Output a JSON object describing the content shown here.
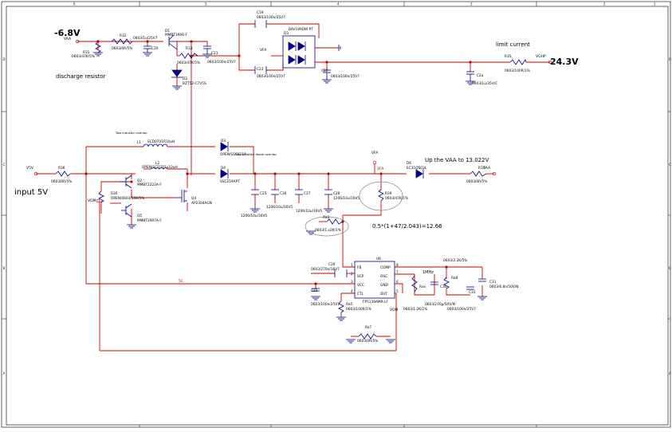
{
  "colors": {
    "wire": "#cc0000",
    "frame": "#222222",
    "part": "#000080",
    "text": "#000000",
    "note_ellipse": "#888888",
    "pin_dot": "#cc0000"
  },
  "border": {
    "columns_top": [
      "6",
      "5",
      "4",
      "3",
      "2",
      "1"
    ],
    "rows_left": [
      "D",
      "C",
      "B",
      "A"
    ]
  },
  "annotations": {
    "neg_voltage": "-6.8V",
    "discharge": "discharge resistor",
    "limit_current": "limit current",
    "out_voltage": "24.3V",
    "input": "input 5V",
    "vaa_up": "Up the VAA to 13.022V",
    "formula": "0.5*(1+47/2.043)=12.66",
    "two_inductor": "Two inductor overlap",
    "two_schottky": "Two schottky diode overlap",
    "freq": "1MHz"
  },
  "nets": {
    "vaa_top": "VAA",
    "vfa_mid": "VFA",
    "vghp": "VGHP",
    "v5v": "V5V",
    "vfa_node": "VFA",
    "vfa_red": "VFA",
    "vaa_right": "VAA",
    "vdm": "VDM",
    "vdm2": "VDM",
    "net_5c": "5C"
  },
  "components": {
    "c19": {
      "ref": "C19",
      "val": "0603/100n/25V7"
    },
    "d1": {
      "ref": "D1",
      "val": "MMBT3906-F"
    },
    "d3_top": {
      "ref": "D3",
      "val": "BAV199DW PT"
    },
    "r32": {
      "ref": "R32",
      "val": "0603/0R/5%"
    },
    "c20": {
      "ref": "C20",
      "val": "0603/1u/25V7"
    },
    "r31": {
      "ref": "R31",
      "val": "0603/47K/5%"
    },
    "r33": {
      "ref": "R33",
      "val": "0603/47K/5%"
    },
    "c21": {
      "ref": "C21",
      "val": "0603/100n/25V7"
    },
    "d2": {
      "ref": "D2",
      "val": "BZT52-C7V5S"
    },
    "c23": {
      "ref": "C23",
      "val": "0603/100n/25V7"
    },
    "c22": {
      "ref": "C22",
      "val": "0603/100n/25V7"
    },
    "c2a": {
      "ref": "C2a",
      "val": "0603/1u/35V/C"
    },
    "r35": {
      "ref": "R35",
      "val": "0603/100R/1%"
    },
    "l1": {
      "ref": "L1",
      "val": "SCD0701R10uH"
    },
    "l2": {
      "ref": "L2",
      "val": "OPEN/SCD701u10uH"
    },
    "d4": {
      "ref": "D3",
      "val": "OPEN/SSC0219"
    },
    "d5": {
      "ref": "D4",
      "val": "SSC219APT"
    },
    "r36": {
      "ref": "R36",
      "val": "0603/0R/5%"
    },
    "q2": {
      "ref": "Q2",
      "val": "MMBT2222A-F"
    },
    "r30": {
      "ref": "R30",
      "val": "OPEN/0603/10K/5%"
    },
    "q5": {
      "ref": "Q5",
      "val": "MMBT2907A-F"
    },
    "q4": {
      "ref": "Q4",
      "val": "AP2304AGN"
    },
    "c25": {
      "ref": "C25",
      "val": "1206/10u/16V5"
    },
    "c26": {
      "ref": "C26",
      "val": "1206/10u/16V5"
    },
    "c27": {
      "ref": "C27",
      "val": "1206/10u/16V5"
    },
    "c28": {
      "ref": "C28",
      "val": "1206/10u/16V5"
    },
    "d6": {
      "ref": "D6",
      "val": "EC31QS03L"
    },
    "r37": {
      "ref": "R37",
      "val": "0603/0R/5%"
    },
    "r39": {
      "ref": "R39",
      "val": "0603/47K/1%"
    },
    "r40": {
      "ref": "Ra3",
      "val": "0603/1.x2K/1%"
    },
    "u6": {
      "ref": "U6",
      "val": "FP5139AMR-LF"
    },
    "c29": {
      "ref": "C29",
      "val": "0603/270n/16V7"
    },
    "c32": {
      "ref": "C32",
      "val": "0603/100n/25V7"
    },
    "r41": {
      "ref": "Ra5",
      "val": "0603/100R/1%"
    },
    "r42": {
      "ref": "Rxx",
      "val": "0603/1.2K/1%"
    },
    "c30": {
      "ref": "C30",
      "val": "0603/270p/50V/N"
    },
    "r43": {
      "ref": "Ra8",
      "val": "0603/2.2K/5%"
    },
    "c31": {
      "ref": "C31",
      "val": "0603/6.8n/50V/N"
    },
    "c33": {
      "ref": "C33",
      "val": "0603/100n/25V7"
    },
    "r47": {
      "ref": "Ra7",
      "val": "0603/0R/5%"
    }
  },
  "u6_pins": {
    "left": [
      "FB",
      "SCP",
      "VCC",
      "CTL"
    ],
    "right": [
      "COMP",
      "OSC",
      "GND",
      "OUT"
    ],
    "left_nums": [
      "1",
      "2",
      "3",
      "4"
    ],
    "right_nums": [
      "8",
      "7",
      "6",
      "5"
    ]
  }
}
